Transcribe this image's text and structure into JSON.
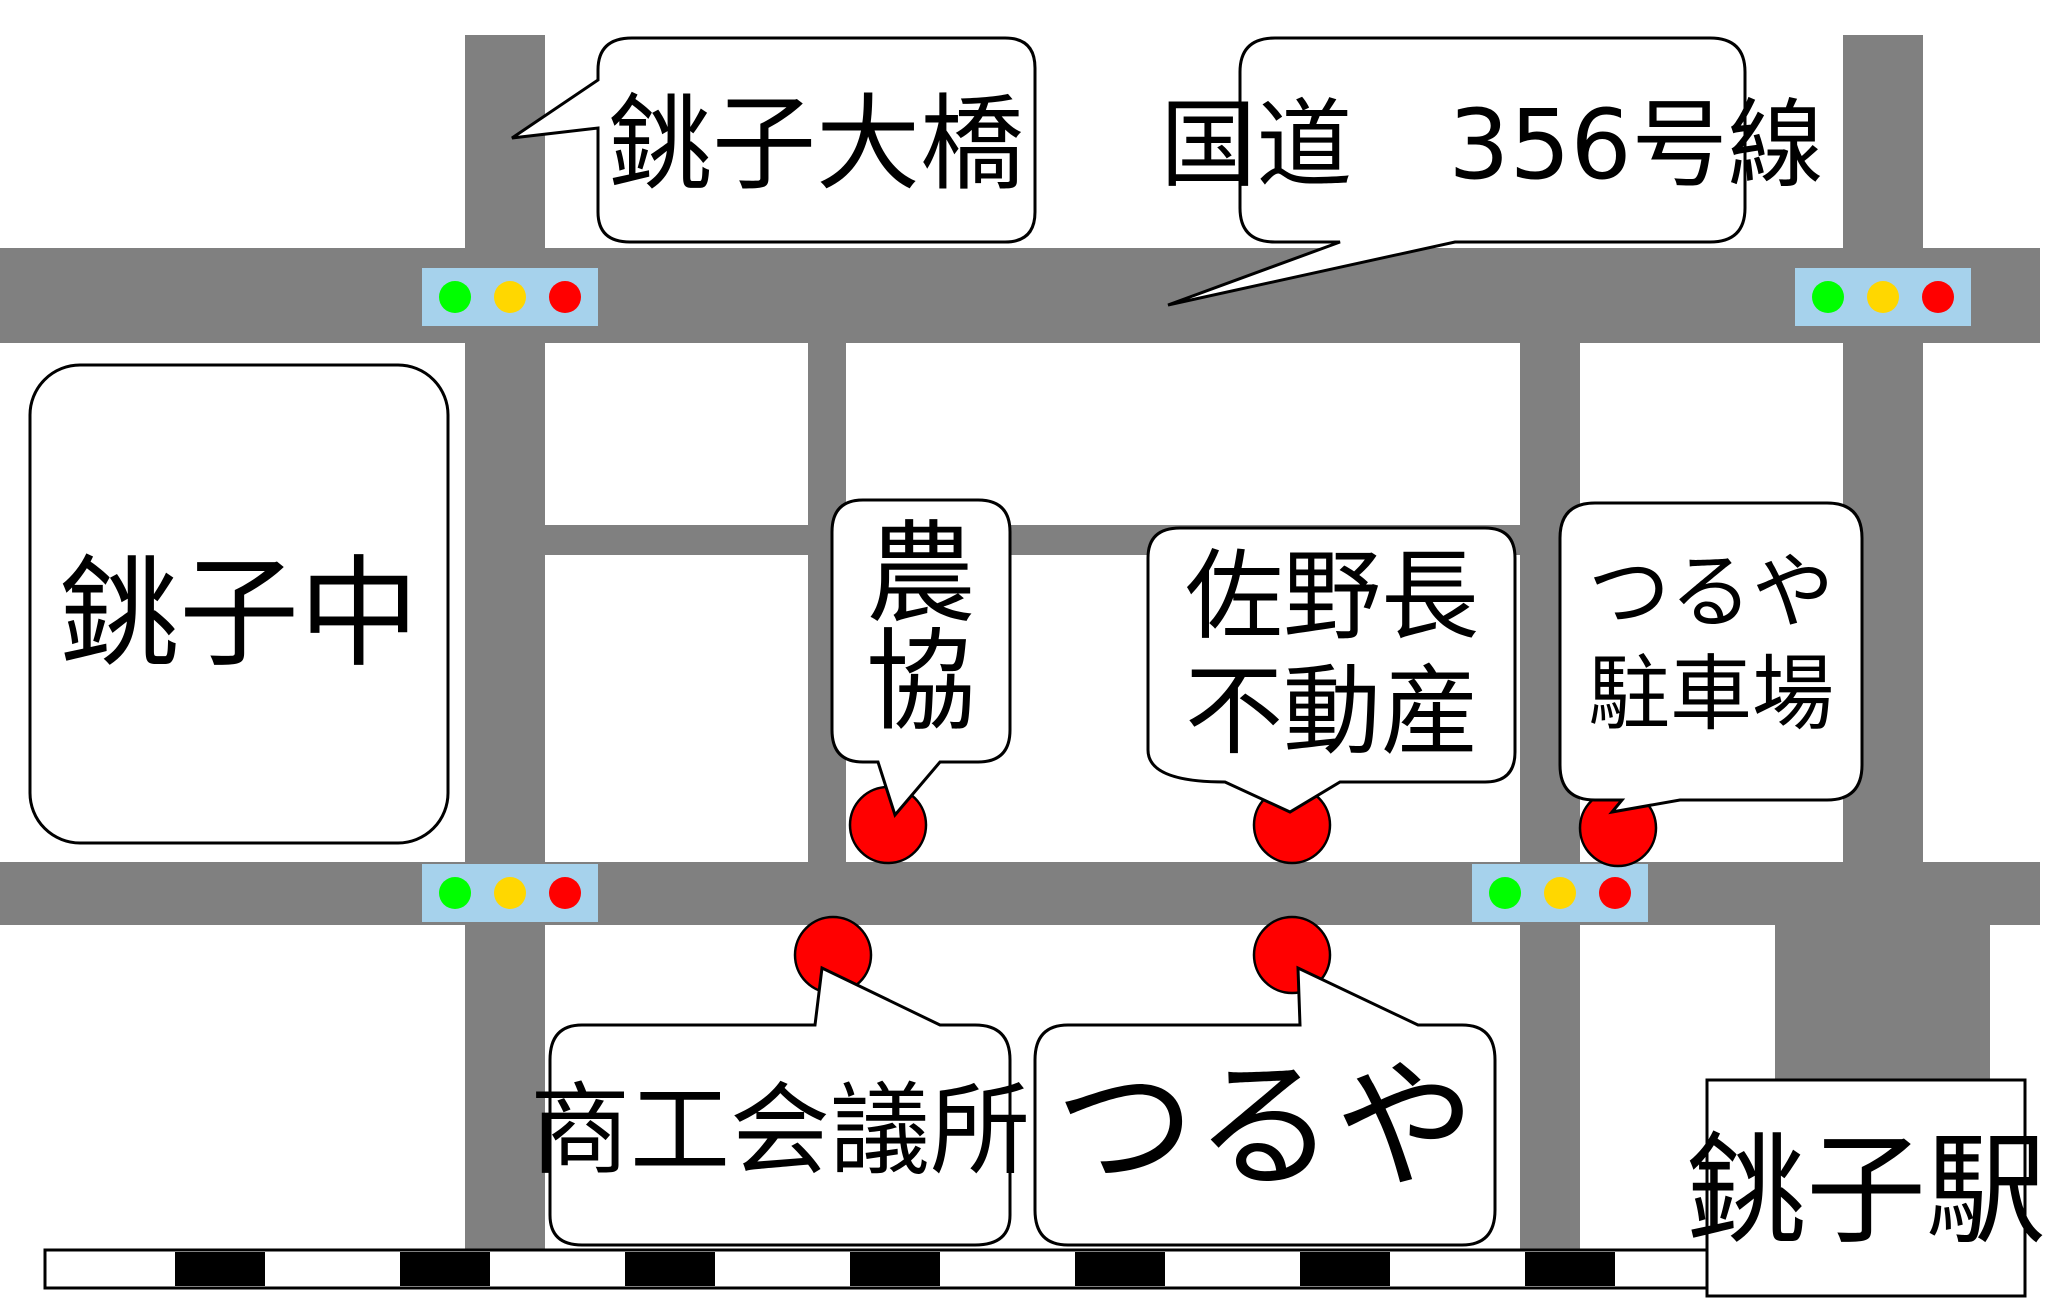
{
  "colors": {
    "road": "#808080",
    "signal_panel": "#a6d2ec",
    "signal_green": "#00ff00",
    "signal_yellow": "#ffd700",
    "signal_red": "#ff0000",
    "marker": "#ff0000"
  },
  "landmarks": {
    "choshi_ohashi": "銚子大橋",
    "route356": "国道　356号線",
    "choshi_chu": "銚子中",
    "noukyou_line1": "農",
    "noukyou_line2": "協",
    "sanocho_line1": "佐野長",
    "sanocho_line2": "不動産",
    "tsuruya_parking_line1": "つるや",
    "tsuruya_parking_line2": "駐車場",
    "shoukoukai": "商工会議所",
    "tsuruya": "つるや",
    "choshi_station": "銚子駅"
  }
}
